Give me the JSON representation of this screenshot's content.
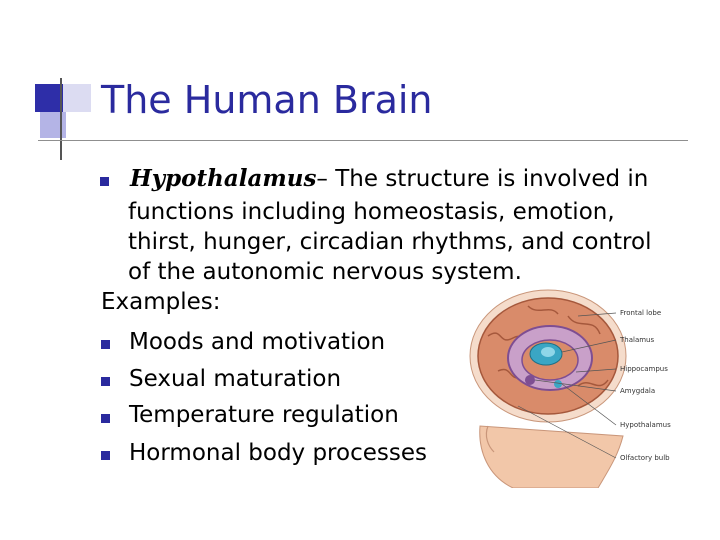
{
  "slide": {
    "title": "The Human Brain",
    "intro": {
      "term": "Hypothalamus",
      "line1": "– The structure is involved in",
      "line2": "functions including homeostasis, emotion,",
      "line3": "thirst, hunger, circadian rhythms, and control",
      "line4": "of the autonomic nervous system."
    },
    "examples_label": "Examples:",
    "examples": [
      "Moods and motivation",
      "Sexual maturation",
      "Temperature regulation",
      "Hormonal body processes"
    ]
  },
  "figure": {
    "labels": [
      "Frontal lobe",
      "Thalamus",
      "Hippocampus",
      "Amygdala",
      "Hypothalamus",
      "Olfactory bulb"
    ]
  },
  "colors": {
    "accent": "#2a2a9e",
    "brain": "#d98b6a",
    "limbic": "#9a6ab0",
    "thalamus": "#3aa6c4"
  }
}
